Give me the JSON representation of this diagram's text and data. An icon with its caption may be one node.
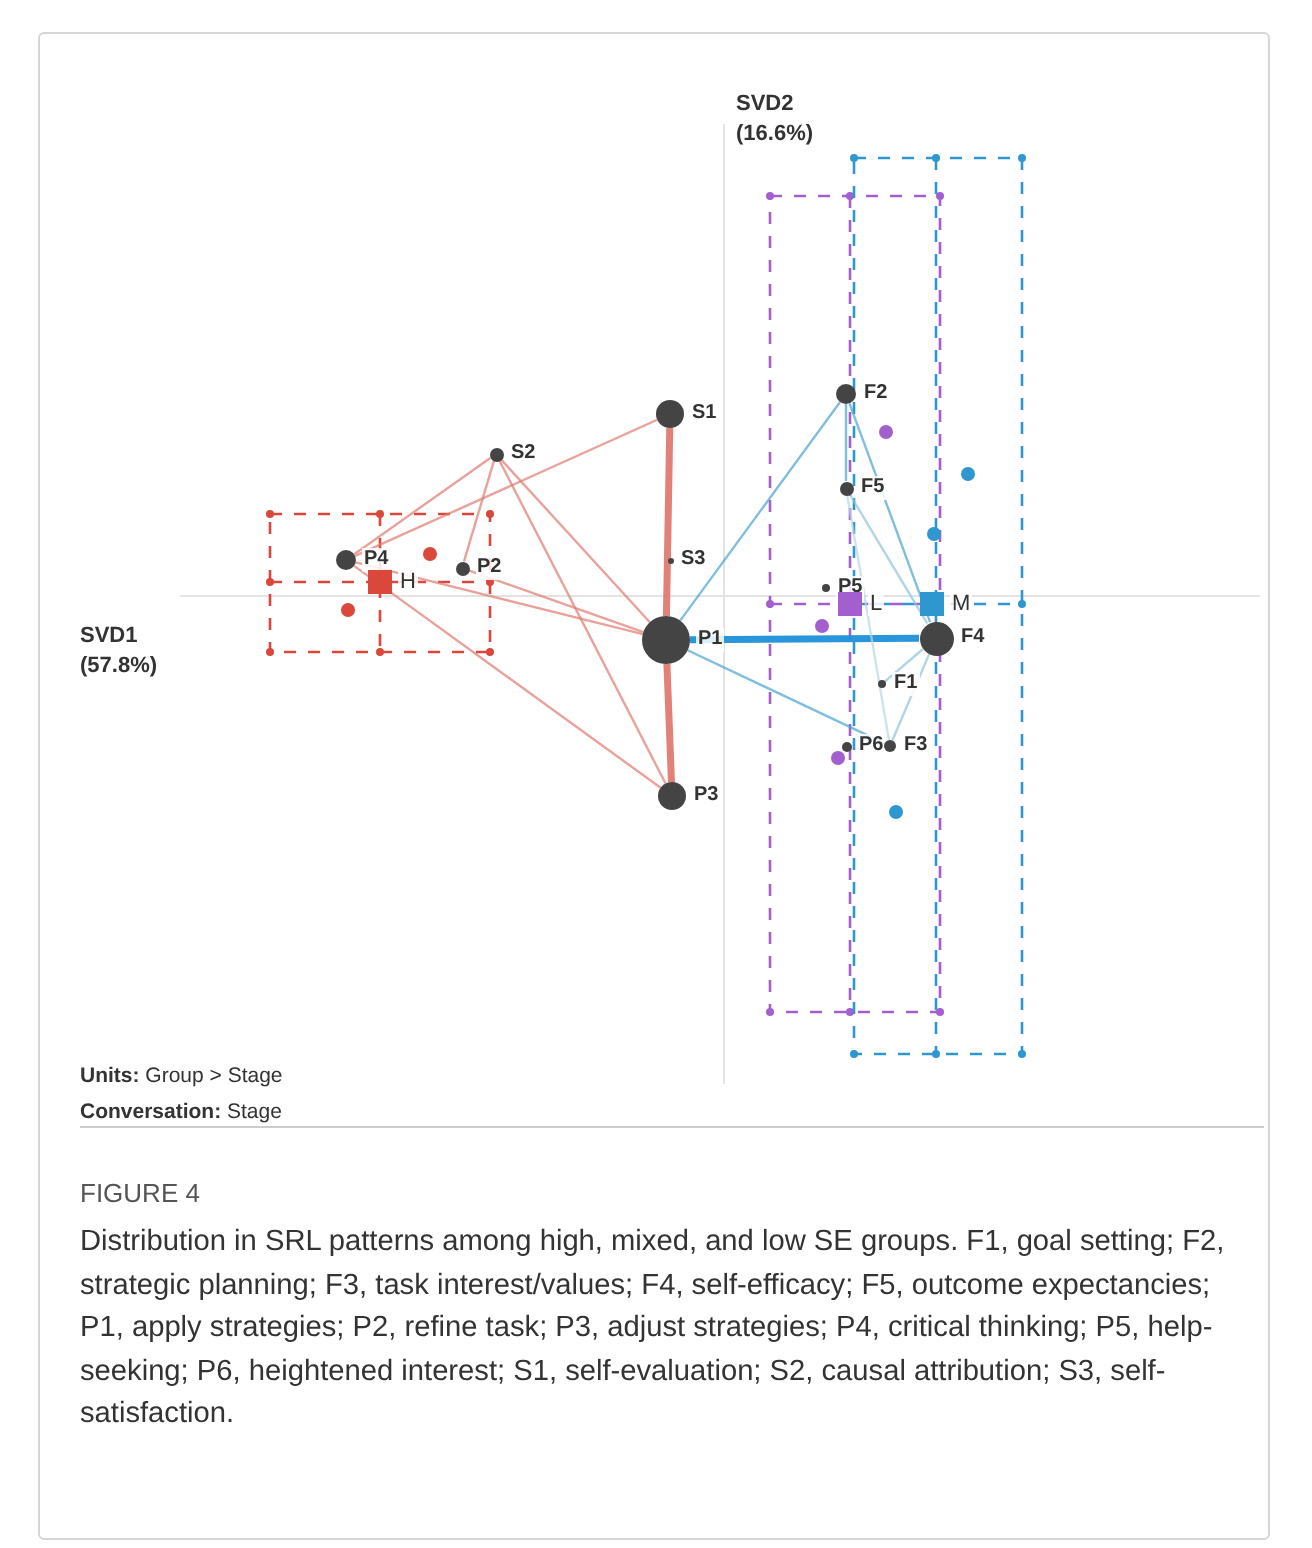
{
  "diagram": {
    "title": "FIGURE 4",
    "caption": "Distribution in SRL patterns among high, mixed, and low SE groups. F1, goal setting; F2, strategic planning; F3, task interest/values; F4, self-efficacy; F5, outcome expectancies; P1, apply strategies; P2, refine task; P3, adjust strategies; P4, critical thinking; P5, help-seeking; P6, heightened interest; S1, self-evaluation; S2, causal attribution; S3, self-satisfaction.",
    "nodes": [
      {
        "text": [
          "S1"
        ]
      },
      {
        "text": [
          "S2"
        ]
      },
      {
        "text": [
          "S3"
        ]
      },
      {
        "text": [
          "P1"
        ]
      },
      {
        "text": [
          "P2"
        ]
      },
      {
        "text": [
          "P3"
        ]
      },
      {
        "text": [
          "P4"
        ]
      },
      {
        "text": [
          "P5"
        ]
      },
      {
        "text": [
          "P6"
        ]
      },
      {
        "text": [
          "F1"
        ]
      },
      {
        "text": [
          "F2"
        ]
      },
      {
        "text": [
          "F3"
        ]
      },
      {
        "text": [
          "F4"
        ]
      },
      {
        "text": [
          "F5"
        ]
      },
      {
        "text": [
          "H"
        ]
      },
      {
        "text": [
          "L"
        ]
      },
      {
        "text": [
          "M"
        ]
      }
    ],
    "edges": [
      {
        "from": 0,
        "to": 3,
        "arrow": "none",
        "style": "thick"
      },
      {
        "from": 3,
        "to": 5,
        "arrow": "none",
        "style": "thick"
      },
      {
        "from": 0,
        "to": 6,
        "arrow": "none"
      },
      {
        "from": 1,
        "to": 3,
        "arrow": "none"
      },
      {
        "from": 1,
        "to": 5,
        "arrow": "none"
      },
      {
        "from": 1,
        "to": 6,
        "arrow": "none"
      },
      {
        "from": 6,
        "to": 3,
        "arrow": "none"
      },
      {
        "from": 6,
        "to": 5,
        "arrow": "none"
      },
      {
        "from": 4,
        "to": 3,
        "arrow": "none"
      },
      {
        "from": 1,
        "to": 4,
        "arrow": "none"
      },
      {
        "from": 3,
        "to": 10,
        "arrow": "none",
        "color": "#4aa3cf"
      },
      {
        "from": 3,
        "to": 12,
        "arrow": "none",
        "style": "thick",
        "color": "#1e8fd8"
      },
      {
        "from": 3,
        "to": 11,
        "arrow": "none",
        "color": "#4aa3cf"
      },
      {
        "from": 10,
        "to": 12,
        "arrow": "none",
        "color": "#4aa3cf"
      },
      {
        "from": 10,
        "to": 13,
        "arrow": "none",
        "color": "#4aa3cf"
      },
      {
        "from": 13,
        "to": 12,
        "arrow": "none",
        "color": "#8fc3dd"
      },
      {
        "from": 12,
        "to": 11,
        "arrow": "none",
        "color": "#8fc3dd"
      },
      {
        "from": 12,
        "to": 9,
        "arrow": "none",
        "color": "#8fc3dd"
      },
      {
        "from": 13,
        "to": 11,
        "arrow": "none",
        "color": "#b9d6e4"
      }
    ],
    "labels": [
      "SVD2 (16.6%)",
      "SVD1 (57.8%)",
      "**Units:** Group > Stage",
      "**Conversation:** Stage"
    ]
  }
}
